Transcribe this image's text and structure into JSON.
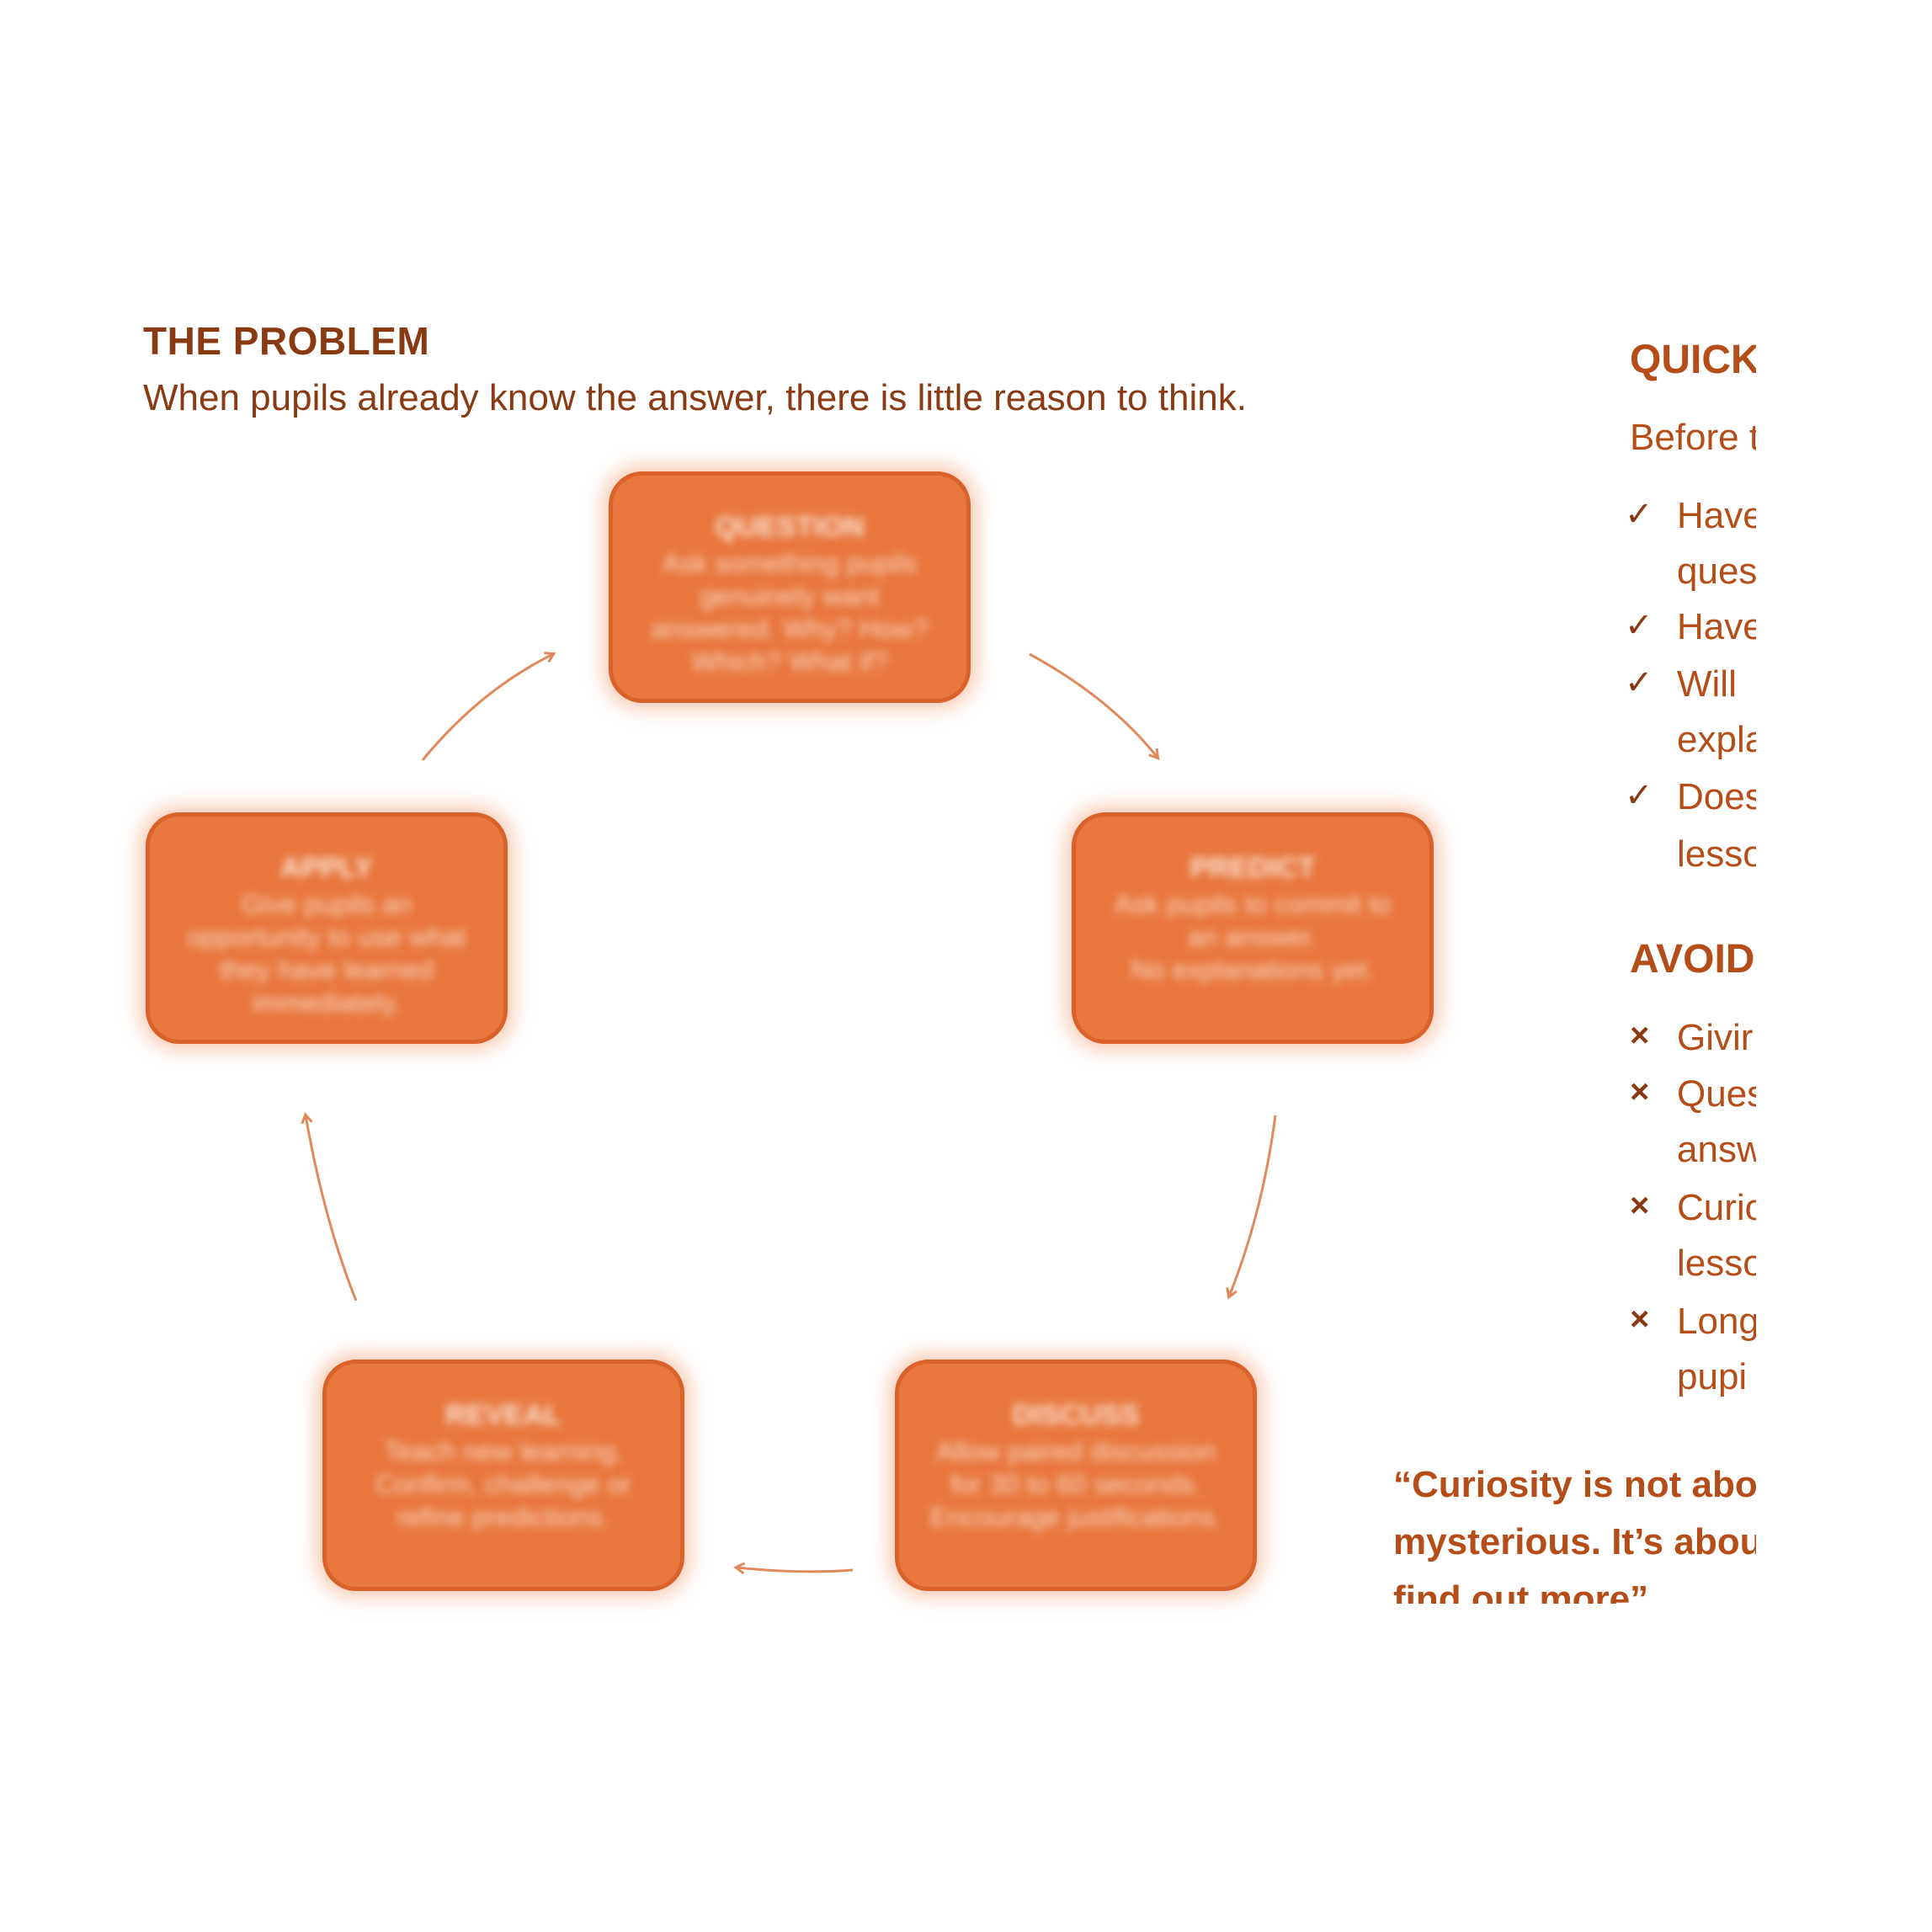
{
  "problem": {
    "heading": "THE PROBLEM",
    "text": "When pupils already know the answer, there is little reason to think."
  },
  "cycle": [
    {
      "title": "QUESTION",
      "desc": "Ask something pupils genuinely want answered. Why? How? Which? What if?"
    },
    {
      "title": "PREDICT",
      "desc": "Ask pupils to commit to an answer.\nNo explanations yet."
    },
    {
      "title": "DISCUSS",
      "desc": "Allow paired discussion for 30 to 60 seconds.\nEncourage justifications."
    },
    {
      "title": "REVEAL",
      "desc": "Teach new learning. Confirm, challenge or refine predictions."
    },
    {
      "title": "APPLY",
      "desc": "Give pupils an opportunity to use what they have learned immediately."
    }
  ],
  "quick": {
    "heading": "QUICK",
    "intro": "Before t",
    "items": [
      [
        "Have",
        "ques"
      ],
      [
        "Have"
      ],
      [
        "Will",
        "expla"
      ],
      [
        "Does",
        "lesso"
      ]
    ]
  },
  "avoid": {
    "heading": "AVOID",
    "items": [
      [
        "Givir"
      ],
      [
        "Ques",
        "answ"
      ],
      [
        "Curio",
        "lesso"
      ],
      [
        "Long",
        "pupi"
      ]
    ]
  },
  "quote": {
    "lines": [
      "“Curiosity is not abo",
      "mysterious. It’s abou",
      "find out more”"
    ]
  },
  "colors": {
    "box_fill": "#e8773d",
    "box_border": "#d9612a",
    "heading_brown": "#8a3a12",
    "accent_orange": "#b54d18",
    "arrow": "#e08a5c"
  },
  "icons": {
    "check": "✓",
    "cross": "×"
  }
}
